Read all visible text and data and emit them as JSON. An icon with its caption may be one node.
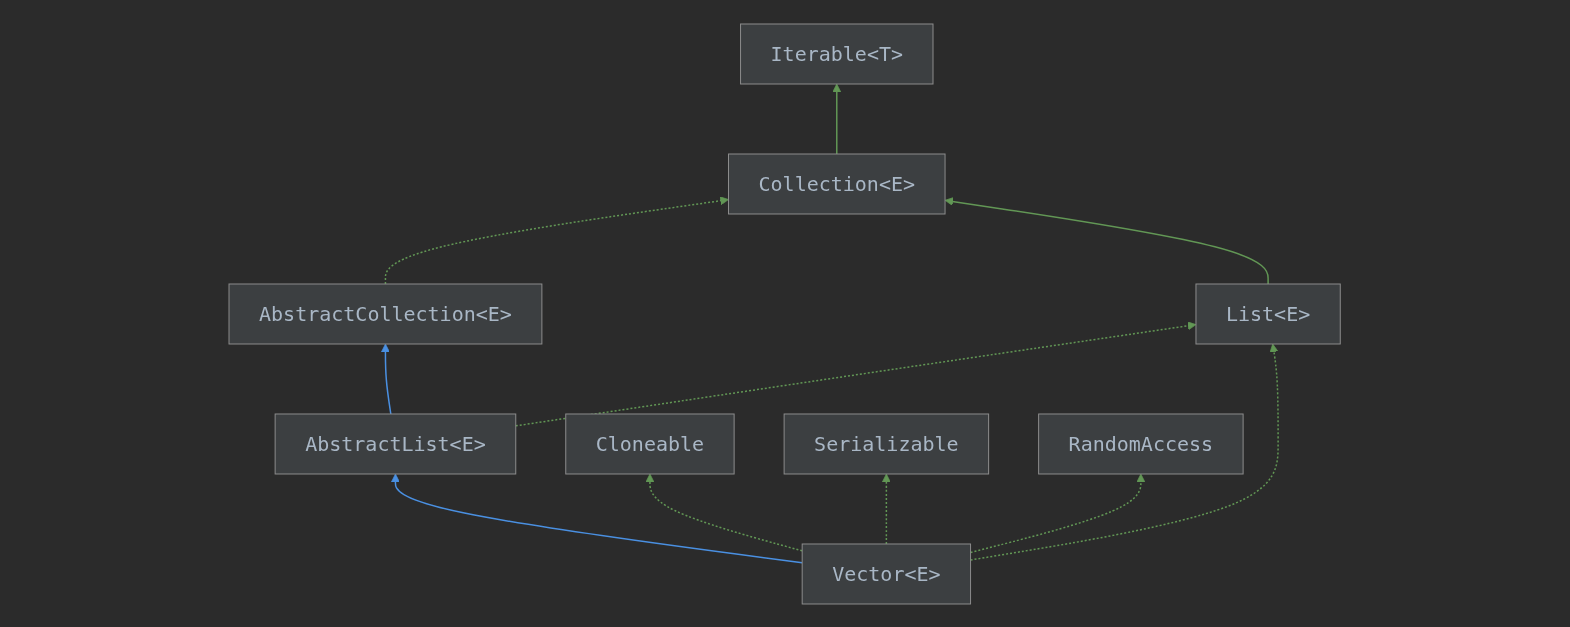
{
  "diagram": {
    "nodes": [
      {
        "text": [
          "Iterable<T>"
        ]
      },
      {
        "text": [
          "Collection<E>"
        ]
      },
      {
        "text": [
          "AbstractCollection<E>"
        ]
      },
      {
        "text": [
          "List<E>"
        ]
      },
      {
        "text": [
          "AbstractList<E>"
        ]
      },
      {
        "text": [
          "Cloneable"
        ]
      },
      {
        "text": [
          "Serializable"
        ]
      },
      {
        "text": [
          "RandomAccess"
        ]
      },
      {
        "text": [
          "Vector<E>"
        ]
      }
    ],
    "edges": [
      {
        "from": 1,
        "to": 0,
        "arrow": "to"
      },
      {
        "from": 2,
        "to": 1,
        "arrow": "to",
        "style": "dashed"
      },
      {
        "from": 3,
        "to": 1,
        "arrow": "to"
      },
      {
        "from": 4,
        "to": 2,
        "arrow": "to",
        "color": "#4a90e2"
      },
      {
        "from": 4,
        "to": 3,
        "arrow": "to",
        "style": "dashed"
      },
      {
        "from": 8,
        "to": 4,
        "arrow": "to",
        "color": "#4a90e2"
      },
      {
        "from": 8,
        "to": 3,
        "arrow": "to",
        "style": "dashed"
      },
      {
        "from": 8,
        "to": 5,
        "arrow": "to",
        "style": "dashed"
      },
      {
        "from": 8,
        "to": 6,
        "arrow": "to",
        "style": "dashed"
      },
      {
        "from": 8,
        "to": 7,
        "arrow": "to",
        "style": "dashed"
      }
    ]
  }
}
